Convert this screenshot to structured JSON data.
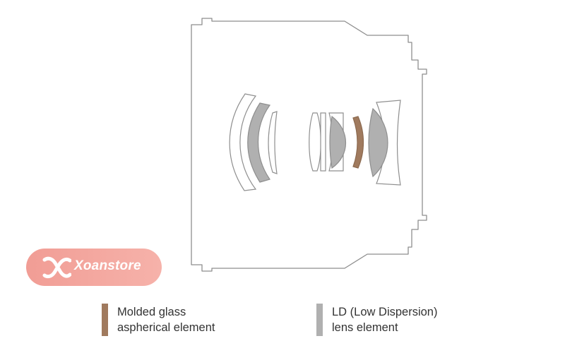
{
  "brand": {
    "name": "Xoanstore",
    "icon": "xoanstore-logo-icon"
  },
  "legend": {
    "molded": {
      "line1": "Molded glass",
      "line2": "aspherical element",
      "color": "#a07a5e"
    },
    "ld": {
      "line1": "LD (Low Dispersion)",
      "line2": "lens element",
      "color": "#b0b0b0"
    }
  },
  "colors": {
    "outline": "#8e8e8e",
    "badge": "#f3a59d",
    "clear_element": "#ffffff"
  }
}
